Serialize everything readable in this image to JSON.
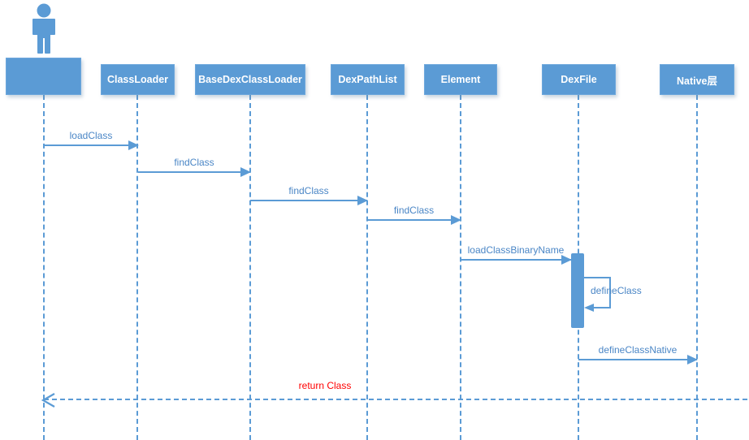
{
  "diagram": {
    "kind": "uml-sequence-diagram",
    "background": "#ffffff",
    "colors": {
      "primary": "#5b9bd5",
      "participant_text": "#ffffff",
      "message_text": "#4a86c6",
      "return_text": "#ff0000"
    },
    "actor": {
      "icon": "actor-icon",
      "label": ""
    },
    "participants": [
      {
        "label": "",
        "note": "box under actor figure"
      },
      {
        "label": "ClassLoader"
      },
      {
        "label": "BaseDexClassLoader"
      },
      {
        "label": "DexPathList"
      },
      {
        "label": "Element"
      },
      {
        "label": "DexFile"
      },
      {
        "label": "Native层"
      }
    ],
    "messages": [
      {
        "label": "loadClass",
        "from": "actor",
        "to": "ClassLoader",
        "line": "solid"
      },
      {
        "label": "findClass",
        "from": "ClassLoader",
        "to": "BaseDexClassLoader",
        "line": "solid"
      },
      {
        "label": "findClass",
        "from": "BaseDexClassLoader",
        "to": "DexPathList",
        "line": "solid"
      },
      {
        "label": "findClass",
        "from": "DexPathList",
        "to": "Element",
        "line": "solid"
      },
      {
        "label": "loadClassBinaryName",
        "from": "Element",
        "to": "DexFile",
        "line": "solid"
      },
      {
        "label": "defineClass",
        "from": "DexFile",
        "to": "DexFile",
        "line": "self"
      },
      {
        "label": "defineClassNative",
        "from": "DexFile",
        "to": "Native层",
        "line": "solid"
      },
      {
        "label": "return Class",
        "from": "Native层",
        "to": "actor",
        "line": "dashed-return"
      }
    ]
  }
}
